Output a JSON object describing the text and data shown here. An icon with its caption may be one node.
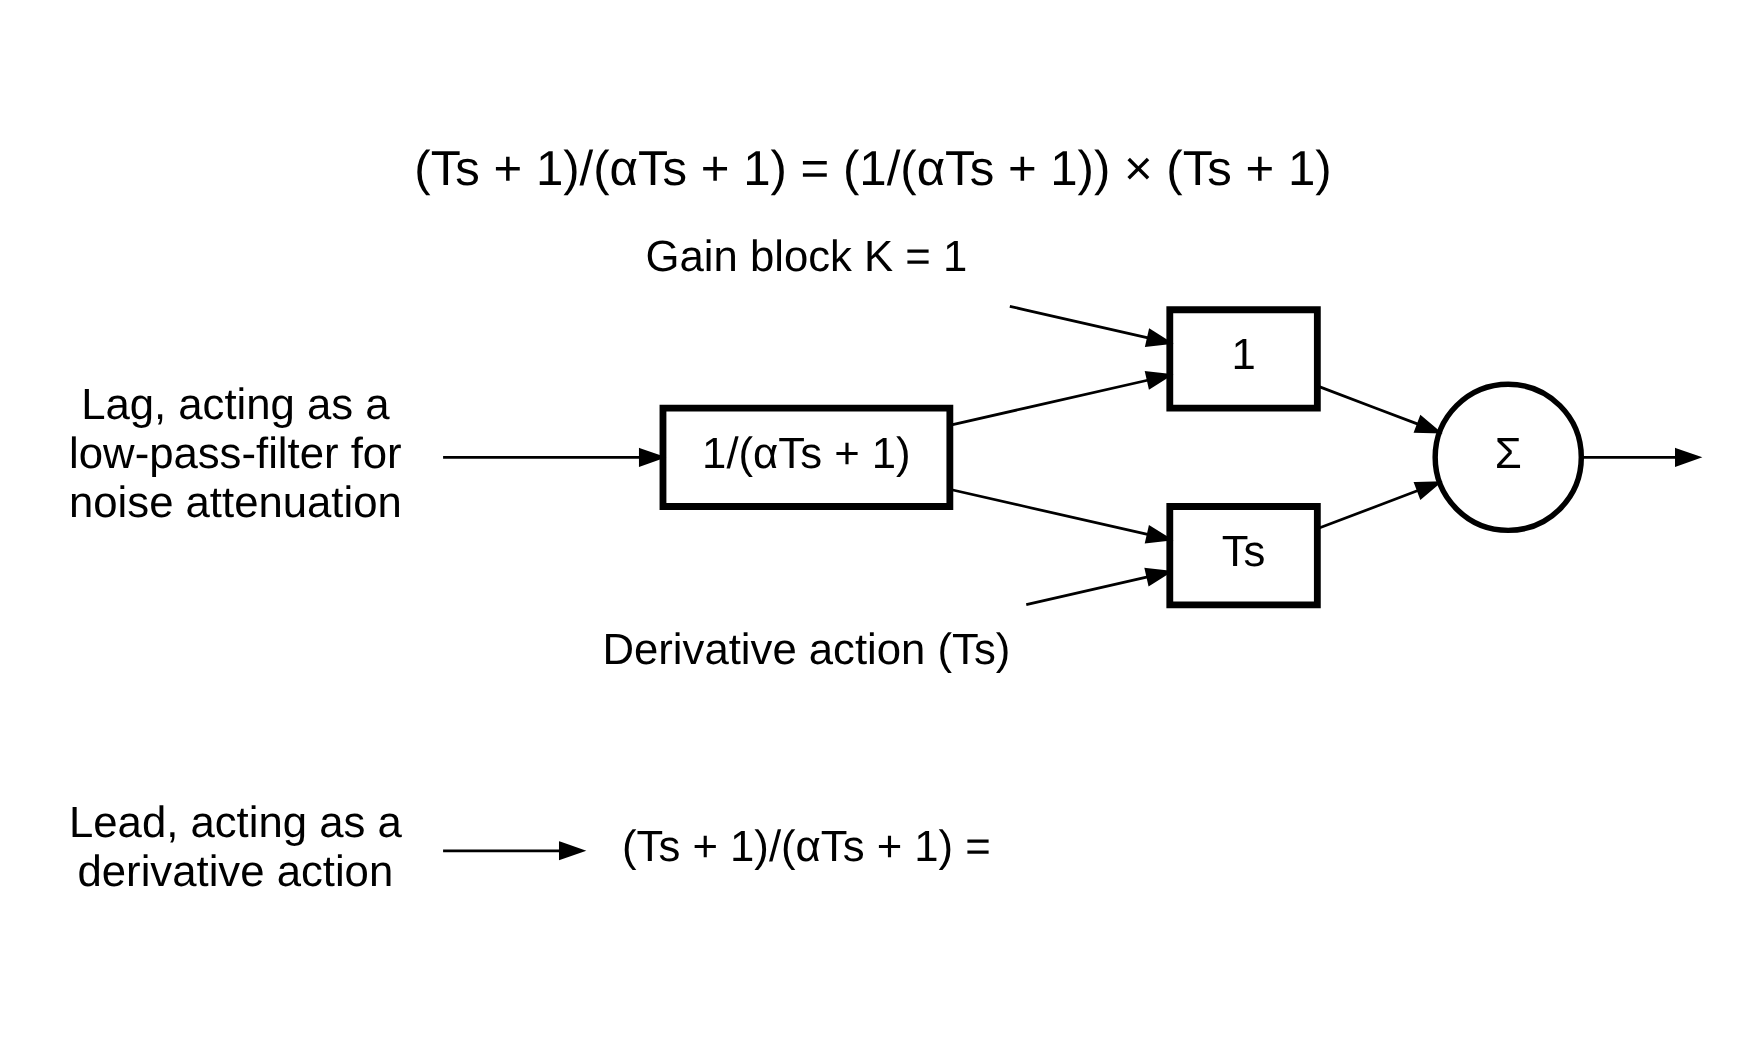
{
  "diagram": {
    "title": "(Ts + 1)/(αTs + 1) = (1/(αTs + 1)) × (Ts + 1)",
    "nodes": [
      {
        "text": [
          "(Ts + 1)/(αTs + 1) ="
        ]
      },
      {
        "text": [
          "1/(αTs + 1)"
        ]
      },
      {
        "text": [
          "Ts"
        ]
      },
      {
        "text": [
          "1"
        ]
      },
      {
        "text": [
          "Σ"
        ]
      },
      {
        "text": [
          "Derivative action (Ts)"
        ]
      },
      {
        "text": [
          "Lead, acting as a derivative action"
        ]
      },
      {
        "text": [
          "Lag, acting as a low-pass-filter for noise attenuation"
        ]
      },
      {
        "text": [
          "Gain block K = 1"
        ]
      }
    ],
    "edges": [
      {
        "from": 1,
        "to": 2,
        "arrow": "to"
      },
      {
        "from": 1,
        "to": 3,
        "arrow": "to"
      },
      {
        "from": 2,
        "to": 4,
        "arrow": "to"
      },
      {
        "from": 3,
        "to": 4,
        "arrow": "to"
      },
      {
        "from": 4,
        "to": null,
        "arrow": "to"
      },
      {
        "from": 5,
        "to": 2,
        "arrow": "to"
      },
      {
        "from": 6,
        "to": 0,
        "arrow": "to"
      },
      {
        "from": 7,
        "to": 1,
        "arrow": "to"
      },
      {
        "from": 8,
        "to": 3,
        "arrow": "to"
      }
    ]
  }
}
